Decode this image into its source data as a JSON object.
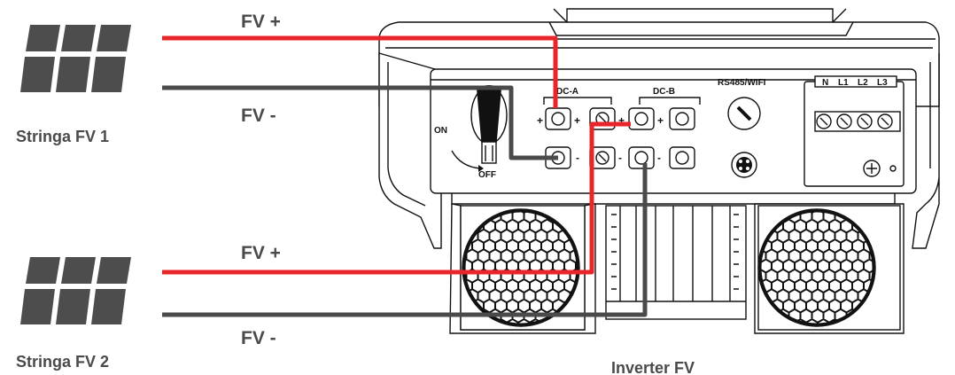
{
  "diagram": {
    "string1": {
      "label": "Stringa FV 1",
      "pos_label": "FV +",
      "neg_label": "FV -"
    },
    "string2": {
      "label": "Stringa FV 2",
      "pos_label": "FV +",
      "neg_label": "FV -"
    },
    "inverter": {
      "label": "Inverter FV",
      "dc_a": "DC-A",
      "dc_b": "DC-B",
      "comm": "RS485/WIFI",
      "switch_on": "ON",
      "switch_off": "OFF",
      "ac_terminals": [
        "N",
        "L1",
        "L2",
        "L3"
      ]
    },
    "colors": {
      "positive": "#e8252a",
      "negative": "#4a4a4a",
      "panel": "#4d4d4d"
    }
  }
}
